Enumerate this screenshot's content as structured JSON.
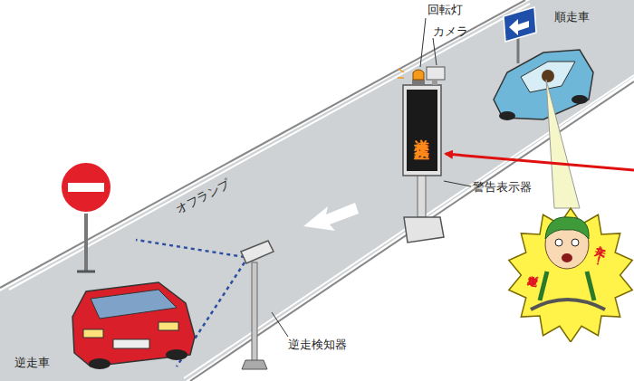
{
  "diagram": {
    "nodes": [
      {
        "text": [
          "逆走禁止"
        ]
      },
      {
        "text": [
          "逆走車が",
          "来た！"
        ]
      }
    ],
    "labels": [
      "回転灯",
      "カメラ",
      "順走車",
      "警告表示器",
      "オフランプ",
      "逆走検知器",
      "逆走車"
    ]
  }
}
